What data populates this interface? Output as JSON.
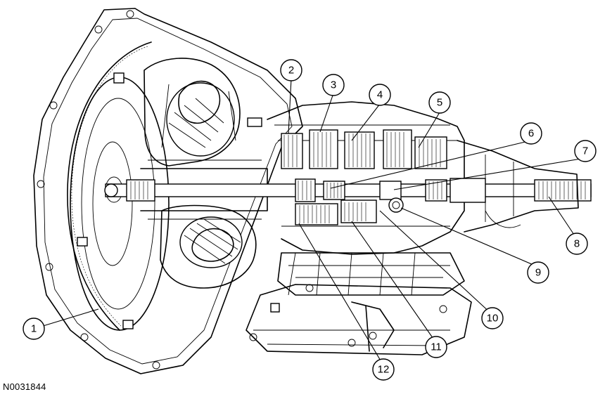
{
  "figure_id": "N0031844",
  "callouts": [
    {
      "label": "1"
    },
    {
      "label": "2"
    },
    {
      "label": "3"
    },
    {
      "label": "4"
    },
    {
      "label": "5"
    },
    {
      "label": "6"
    },
    {
      "label": "7"
    },
    {
      "label": "8"
    },
    {
      "label": "9"
    },
    {
      "label": "10"
    },
    {
      "label": "11"
    },
    {
      "label": "12"
    }
  ]
}
